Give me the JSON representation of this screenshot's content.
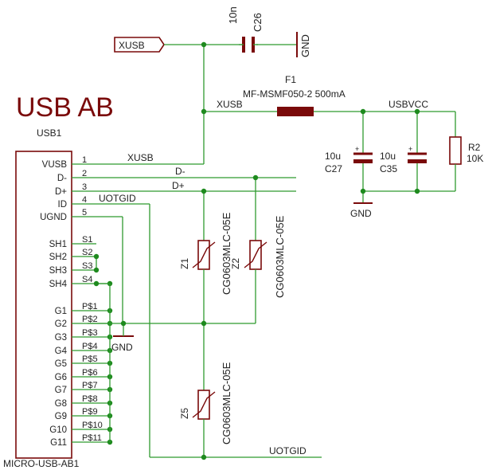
{
  "title": "USB AB",
  "part_name": "USB1",
  "part_value": "MICRO-USB-AB1",
  "xusb_port_label": "XUSB",
  "pins": [
    {
      "name": "VUSB",
      "num": "1"
    },
    {
      "name": "D-",
      "num": "2"
    },
    {
      "name": "D+",
      "num": "3"
    },
    {
      "name": "ID",
      "num": "4"
    },
    {
      "name": "UGND",
      "num": "5"
    },
    {
      "name": "SH1",
      "num": "S1"
    },
    {
      "name": "SH2",
      "num": "S2"
    },
    {
      "name": "SH3",
      "num": "S3"
    },
    {
      "name": "SH4",
      "num": "S4"
    },
    {
      "name": "G1",
      "num": "P$1"
    },
    {
      "name": "G2",
      "num": "P$2"
    },
    {
      "name": "G3",
      "num": "P$3"
    },
    {
      "name": "G4",
      "num": "P$4"
    },
    {
      "name": "G5",
      "num": "P$5"
    },
    {
      "name": "G6",
      "num": "P$6"
    },
    {
      "name": "G7",
      "num": "P$7"
    },
    {
      "name": "G8",
      "num": "P$8"
    },
    {
      "name": "G9",
      "num": "P$9"
    },
    {
      "name": "G10",
      "num": "P$10"
    },
    {
      "name": "G11",
      "num": "P$11"
    }
  ],
  "nets": {
    "xusb_wire": "XUSB",
    "xusb_rail": "XUSB",
    "usbvcc": "USBVCC",
    "dminus": "D-",
    "dplus": "D+",
    "uotgid_top": "UOTGID",
    "uotgid_bottom": "UOTGID",
    "gnd_mid": "GND",
    "gnd_cap": "GND",
    "gnd_top": "GND"
  },
  "c26": {
    "name": "C26",
    "value": "10n"
  },
  "f1": {
    "name": "F1",
    "value": "MF-MSMF050-2 500mA"
  },
  "c27": {
    "name": "C27",
    "value": "10u"
  },
  "c35": {
    "name": "C35",
    "value": "10u"
  },
  "r2": {
    "name": "R2",
    "value": "10K"
  },
  "z1": {
    "name": "Z1",
    "value": "CG0603MLC-05E"
  },
  "z2": {
    "name": "Z2",
    "value": "CG0603MLC-05E"
  },
  "z5": {
    "name": "Z5",
    "value": "CG0603MLC-05E"
  },
  "colors": {
    "wire": "#2f9a2f",
    "component": "#7a0a0a",
    "junction": "#1e8a1e",
    "text": "#222222"
  }
}
